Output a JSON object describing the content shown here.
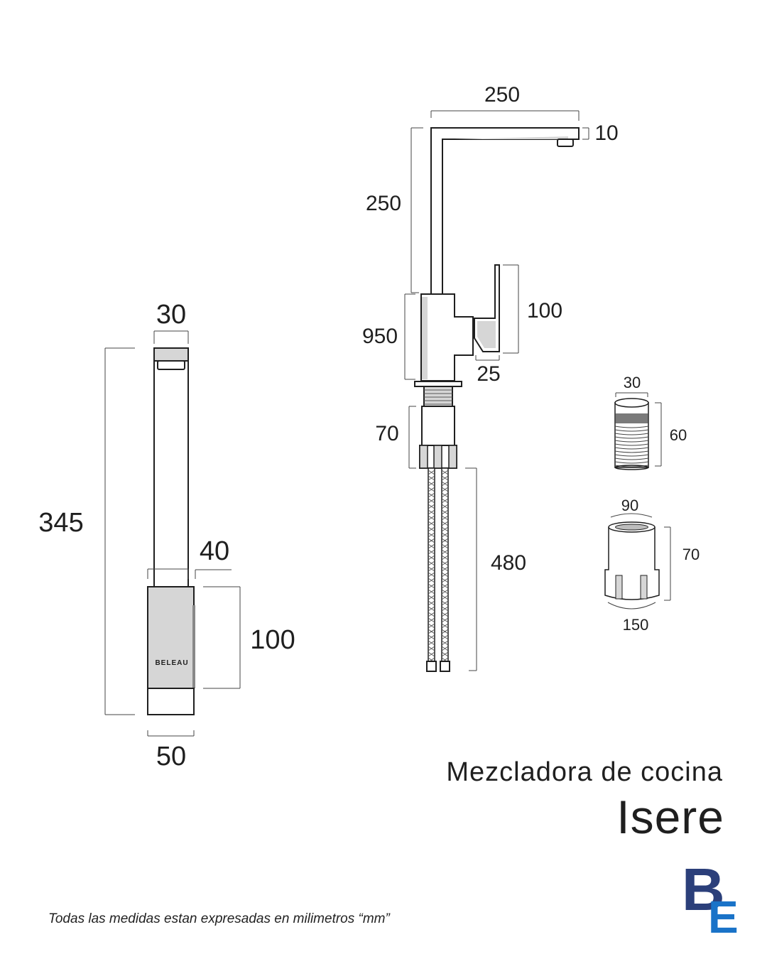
{
  "product": {
    "subtitle": "Mezcladora de cocina",
    "name": "Isere"
  },
  "footnote": "Todas las medidas estan expresadas en milimetros “mm”",
  "brand": {
    "body_label": "BELEAU",
    "logo_letters": "BE",
    "logo_dark": "#2b3f7a",
    "logo_blue": "#1a73c8"
  },
  "front_view": {
    "top_width": "30",
    "total_height": "345",
    "handle_offset": "40",
    "body_height": "100",
    "base_width": "50"
  },
  "side_view": {
    "spout_reach": "250",
    "spout_thickness": "10",
    "column_height": "250",
    "handle_height": "100",
    "body_height": "950",
    "handle_depth": "25",
    "shank_height": "70",
    "hose_length": "480"
  },
  "accessory_nut": {
    "diameter": "30",
    "height": "60"
  },
  "accessory_fixing": {
    "top_diameter": "90",
    "height": "70",
    "base_diameter": "150"
  }
}
